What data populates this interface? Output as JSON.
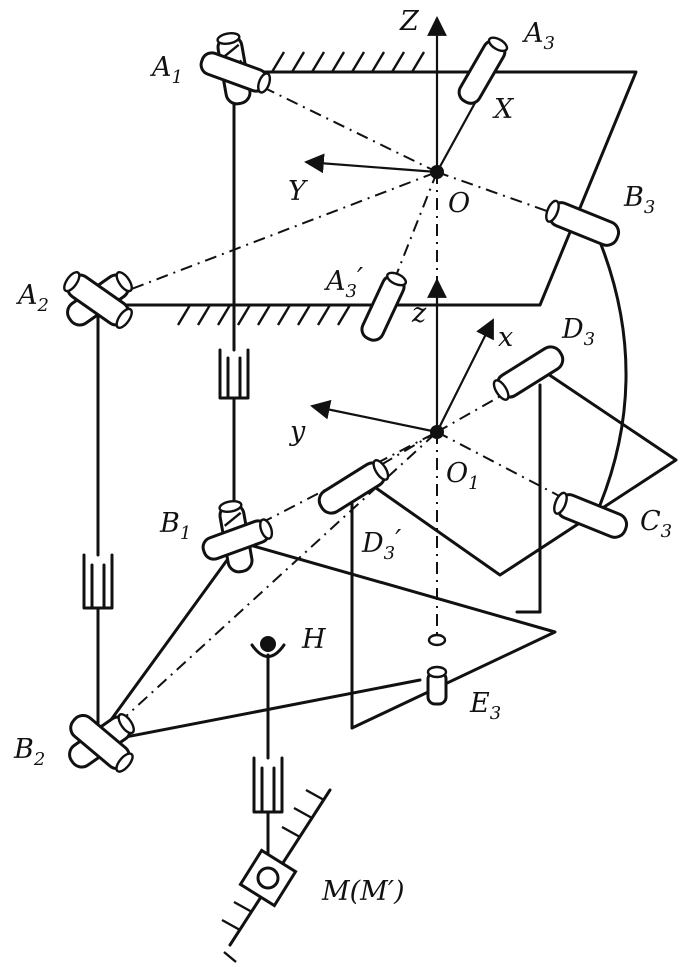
{
  "labels": {
    "Z": "Z",
    "X": "X",
    "Y": "Y",
    "O": "O",
    "z": "z",
    "x": "x",
    "y": "y",
    "O1_main": "O",
    "O1_sub": "1",
    "A1_main": "A",
    "A1_sub": "1",
    "A2_main": "A",
    "A2_sub": "2",
    "A3_main": "A",
    "A3_sub": "3",
    "A3p_main": "A",
    "A3p_sub": "3",
    "A3p_prime": "′",
    "B1_main": "B",
    "B1_sub": "1",
    "B2_main": "B",
    "B2_sub": "2",
    "B3_main": "B",
    "B3_sub": "3",
    "C3_main": "C",
    "C3_sub": "3",
    "D3_main": "D",
    "D3_sub": "3",
    "D3p_main": "D",
    "D3p_sub": "3",
    "D3p_prime": "′",
    "E3_main": "E",
    "E3_sub": "3",
    "H": "H",
    "M": "M(M′)"
  }
}
